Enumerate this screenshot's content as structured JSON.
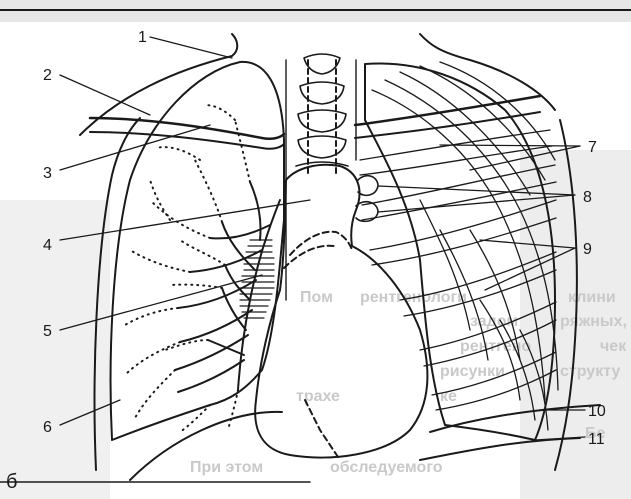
{
  "figure": {
    "panel_letter": "б",
    "callouts": [
      "1",
      "2",
      "3",
      "4",
      "5",
      "6",
      "7",
      "8",
      "9",
      "10",
      "11"
    ],
    "background_text_lines": [
      "Пом",
      "рентгенологи",
      "клини",
      "задом",
      "ряжных,",
      "рентгено",
      "чек",
      "рисунки",
      "структу",
      "трахе",
      "ке",
      "Бе",
      "При этом",
      "обследуемого"
    ]
  },
  "colors": {
    "ink": "#1a1a1a",
    "scan_shade": "#bdbdbd",
    "paper": "#ffffff"
  }
}
